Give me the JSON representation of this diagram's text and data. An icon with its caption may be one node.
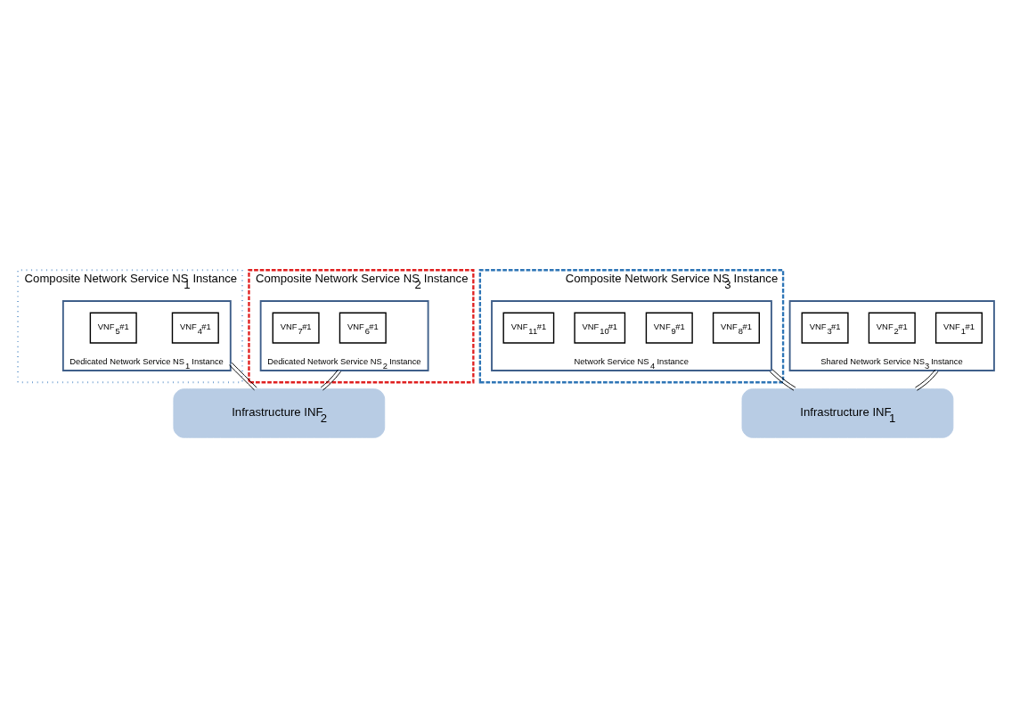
{
  "diagram": {
    "nodes": [
      {
        "text": [
          "Composite Network Service NS$_{1}$ Instance"
        ]
      },
      {
        "text": [
          "Composite Network Service NS$_{2}$ Instance"
        ]
      },
      {
        "text": [
          "Composite Network Service NS$_{3}$ Instance"
        ]
      },
      {
        "text": [
          "Shared Network Service NS$_{3}$ Instance"
        ]
      },
      {
        "text": [
          "VNF$_{1}$#1"
        ],
        "in": 3
      },
      {
        "text": [
          "VNF$_{2}$#1"
        ],
        "in": 3
      },
      {
        "text": [
          "VNF$_{3}$#1"
        ],
        "in": 3
      },
      {
        "text": [
          "Dedicated Network Service NS$_{1}$ Instance"
        ],
        "in": 0
      },
      {
        "text": [
          "VNF$_{4}$#1"
        ],
        "in": 7
      },
      {
        "text": [
          "VNF$_{5}$#1"
        ],
        "in": 7
      },
      {
        "text": [
          "Dedicated Network Service NS$_{2}$ Instance"
        ],
        "in": 1
      },
      {
        "text": [
          "VNF$_{6}$#1"
        ],
        "in": 10
      },
      {
        "text": [
          "VNF$_{7}$#1"
        ],
        "in": 10
      },
      {
        "text": [
          "Network Service NS$_{4}$ Instance"
        ],
        "in": 2
      },
      {
        "text": [
          "VNF$_{8}$#1"
        ],
        "in": 13
      },
      {
        "text": [
          "VNF$_{9}$#1"
        ],
        "in": 13
      },
      {
        "text": [
          "VNF$_{10}$#1"
        ],
        "in": 13
      },
      {
        "text": [
          "VNF$_{11}$#1"
        ],
        "in": 13
      },
      {
        "text": [
          "Infrastructure INF$_{1}$"
        ]
      },
      {
        "text": [
          "Infrastructure INF$_{2}$"
        ]
      }
    ],
    "edges": [
      {
        "from": 7,
        "to": 19,
        "arrow": "none"
      },
      {
        "from": 3,
        "to": 18,
        "arrow": "none"
      },
      {
        "from": 10,
        "to": 19,
        "arrow": "none"
      },
      {
        "from": 13,
        "to": 18,
        "arrow": "none"
      }
    ]
  }
}
